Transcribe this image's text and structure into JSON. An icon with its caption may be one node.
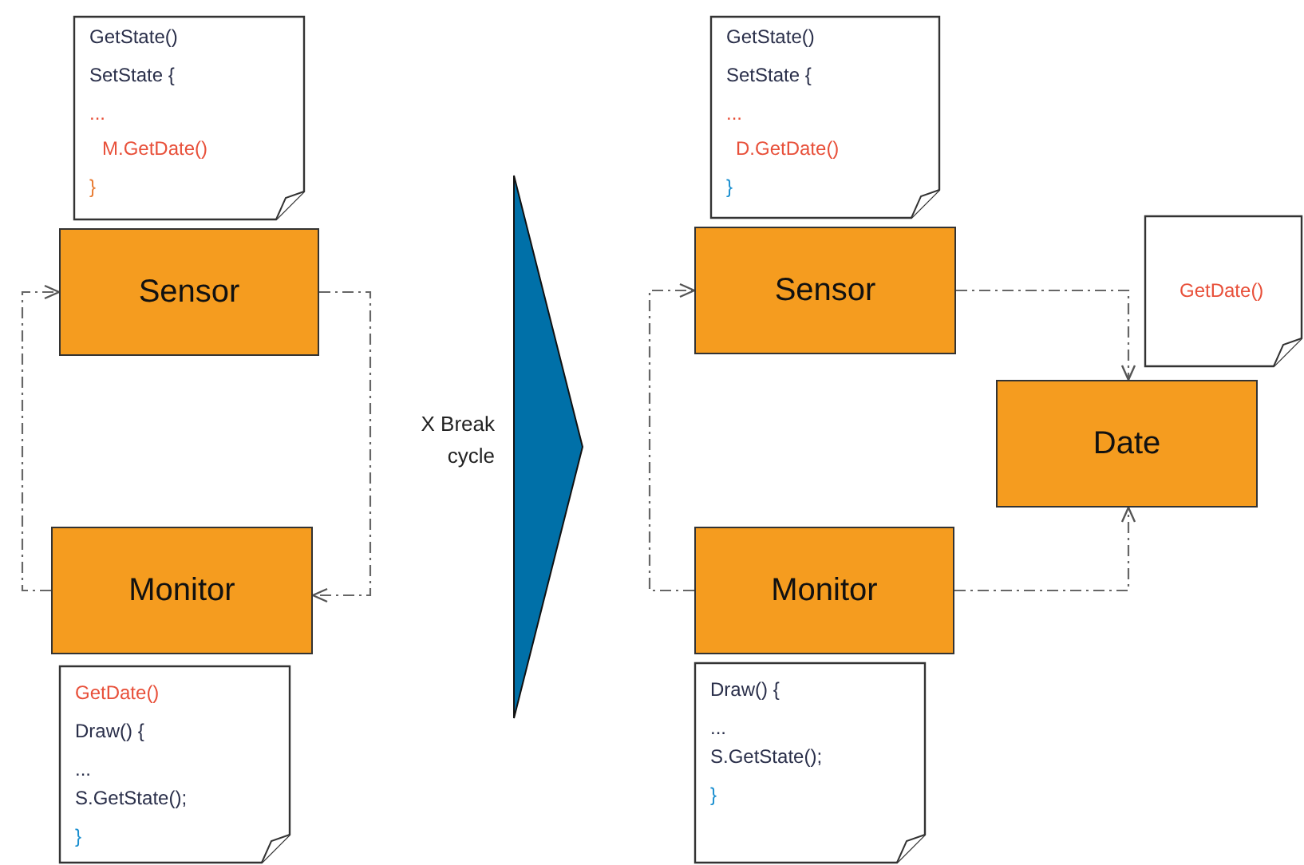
{
  "diagram": {
    "nodes": [
      {
        "text": [
          "GetState()",
          "SetState {",
          "...",
          "M.GetDate()",
          "}"
        ]
      },
      {
        "text": [
          "Sensor"
        ]
      },
      {
        "text": [
          "Monitor"
        ]
      },
      {
        "text": [
          "GetDate()",
          "Draw() {",
          "...",
          "S.GetState();",
          "}"
        ]
      },
      {
        "text": [
          "GetState()",
          "SetState {",
          "...",
          "D.GetDate()",
          "}"
        ]
      },
      {
        "text": [
          "Sensor"
        ]
      },
      {
        "text": [
          "GetDate()"
        ]
      },
      {
        "text": [
          "Date"
        ]
      },
      {
        "text": [
          "Monitor"
        ]
      },
      {
        "text": [
          "Draw() {",
          "...",
          "S.GetState();",
          "}"
        ]
      }
    ],
    "edges": [
      {
        "from": 1,
        "to": 2,
        "arrow": "to",
        "style": "dashed"
      },
      {
        "from": 2,
        "to": 1,
        "arrow": "to",
        "style": "dashed"
      },
      {
        "from": 8,
        "to": 5,
        "arrow": "to",
        "style": "dashed"
      },
      {
        "from": 5,
        "to": 7,
        "arrow": "to",
        "style": "dashed"
      },
      {
        "from": 8,
        "to": 7,
        "arrow": "to",
        "style": "dashed"
      }
    ],
    "labels": [
      "X Break cycle"
    ]
  }
}
